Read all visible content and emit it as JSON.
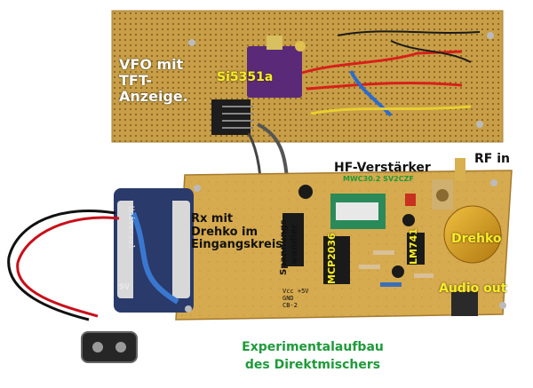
{
  "labels": {
    "vfo": [
      "VFO mit",
      "TFT-",
      "Anzeige."
    ],
    "si5351": "Si5351a",
    "hf_verstaerker": "HF-Verstärker",
    "mwc": "MWC30.2 SV2CZF",
    "rf_in": "RF in",
    "rx": [
      "Rx mit",
      "Drehko im",
      "Eingangskreis"
    ],
    "spannungswandler": [
      "Spannungs-",
      "wandler"
    ],
    "mcp2036": "MCP2036",
    "lm741": "LM741",
    "drehko": "Drehko",
    "audio_out": "Audio out",
    "caption": [
      "Experimentalaufbau",
      "des Direktmischers"
    ]
  },
  "silkscreen": {
    "battery_brand": "Universal",
    "battery_voltage": "9V",
    "vcc": [
      "Vcc +5V",
      "GND",
      "CB-2"
    ]
  },
  "colors": {
    "perfboard": "#c9a24a",
    "pcb": "#d4a64a",
    "breakout": "#5a2a78",
    "battery": "#2a3a6a",
    "label_yellow": "#f7ee2a",
    "caption_green": "#1f9a3a"
  }
}
